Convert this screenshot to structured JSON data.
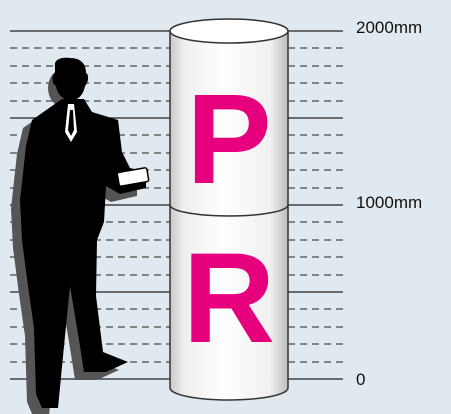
{
  "scale": {
    "top_label": "2000mm",
    "mid_label": "1000mm",
    "bottom_label": "0"
  },
  "pillar": {
    "upper_letter": "P",
    "lower_letter": "R",
    "letter_color": "#e6007e"
  },
  "icons": {
    "person": "businessman-writing-silhouette-icon",
    "pillar": "cylinder-column-icon"
  }
}
